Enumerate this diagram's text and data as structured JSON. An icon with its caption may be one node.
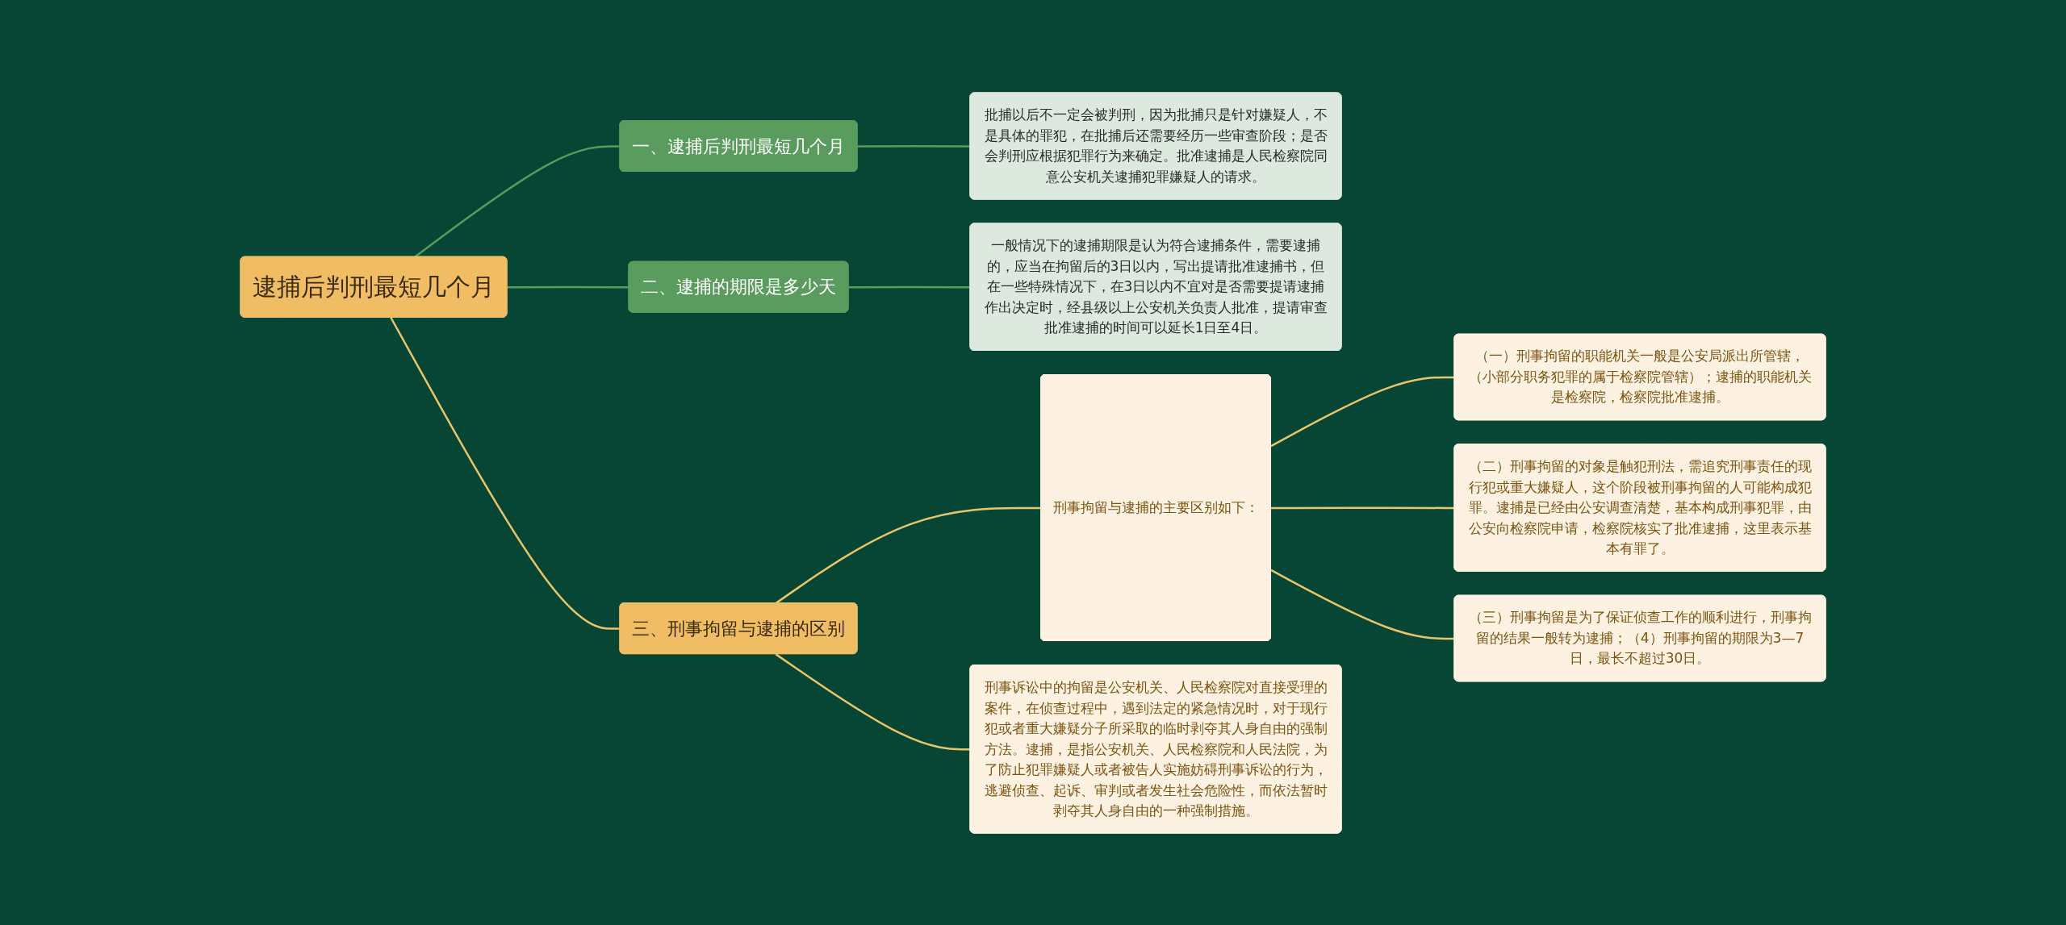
{
  "diagram": {
    "nodes": [
      {
        "text": [
          "逮捕后判刑最短几个月"
        ]
      },
      {
        "text": [
          "一、逮捕后判刑最短几个月"
        ]
      },
      {
        "text": [
          "批捕以后不一定会被判刑，因为批捕只是针对嫌疑人，不是具体的罪犯，在批捕后还需要经历一些审查阶段；是否会判刑应根据犯罪行为来确定。批准逮捕是人民检察院同意公安机关逮捕犯罪嫌疑人的请求。"
        ]
      },
      {
        "text": [
          "二、逮捕的期限是多少天"
        ]
      },
      {
        "text": [
          "一般情况下的逮捕期限是认为符合逮捕条件，需要逮捕的，应当在拘留后的3日以内，写出提请批准逮捕书，但在一些特殊情况下，在3日以内不宜对是否需要提请逮捕作出决定时，经县级以上公安机关负责人批准，提请审查批准逮捕的时间可以延长1日至4日。"
        ]
      },
      {
        "text": [
          "三、刑事拘留与逮捕的区别"
        ]
      },
      {
        "text": [
          "刑事诉讼中的拘留是公安机关、人民检察院对直接受理的案件，在侦查过程中，遇到法定的紧急情况时，对于现行犯或者重大嫌疑分子所采取的临时剥夺其人身自由的强制方法。逮捕，是指公安机关、人民检察院和人民法院，为了防止犯罪嫌疑人或者被告人实施妨碍刑事诉讼的行为，逃避侦查、起诉、审判或者发生社会危险性，而依法暂时剥夺其人身自由的一种强制措施。"
        ]
      },
      {
        "text": [
          "刑事拘留与逮捕的主要区别如下："
        ]
      },
      {
        "text": [
          "（一）刑事拘留的职能机关一般是公安局派出所管辖，（小部分职务犯罪的属于检察院管辖）；逮捕的职能机关是检察院，检察院批准逮捕。"
        ]
      },
      {
        "text": [
          "（二）刑事拘留的对象是触犯刑法，需追究刑事责任的现行犯或重大嫌疑人，这个阶段被刑事拘留的人可能构成犯罪。逮捕是已经由公安调查清楚，基本构成刑事犯罪，由公安向检察院申请，检察院核实了批准逮捕，这里表示基本有罪了。"
        ]
      },
      {
        "text": [
          "（三）刑事拘留是为了保证侦查工作的顺利进行，刑事拘留的结果一般转为逮捕；（4）刑事拘留的期限为3—7日，最长不超过30日。"
        ]
      }
    ],
    "edges": [
      {
        "from": 0,
        "to": 1,
        "arrow": "none",
        "color": "#5a9b5e"
      },
      {
        "from": 1,
        "to": 2,
        "arrow": "none",
        "color": "#5a9b5e"
      },
      {
        "from": 0,
        "to": 3,
        "arrow": "none",
        "color": "#5a9b5e"
      },
      {
        "from": 3,
        "to": 4,
        "arrow": "none",
        "color": "#5a9b5e"
      },
      {
        "from": 0,
        "to": 5,
        "arrow": "none"
      },
      {
        "from": 5,
        "to": 6,
        "arrow": "none"
      },
      {
        "from": 5,
        "to": 7,
        "arrow": "none"
      },
      {
        "from": 7,
        "to": 8,
        "arrow": "none"
      },
      {
        "from": 7,
        "to": 9,
        "arrow": "none"
      },
      {
        "from": 7,
        "to": 10,
        "arrow": "none"
      }
    ]
  }
}
